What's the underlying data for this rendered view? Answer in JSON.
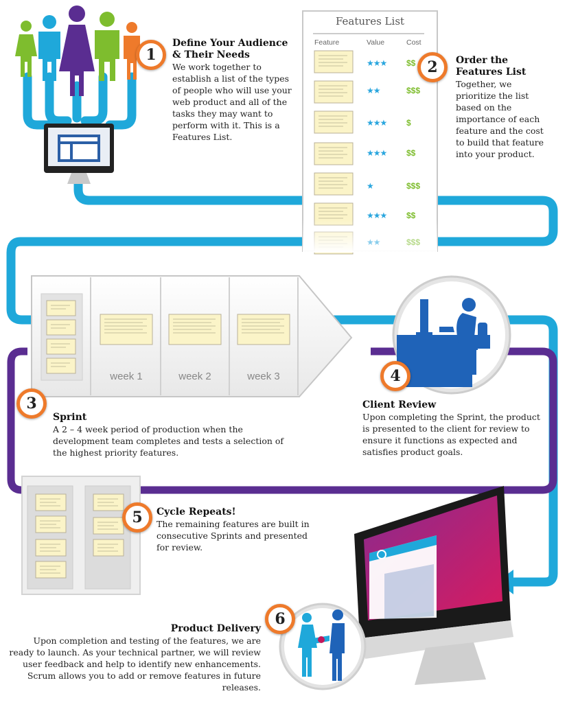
{
  "features_list": {
    "title": "Features List",
    "columns": [
      "Feature",
      "Value",
      "Cost"
    ],
    "rows": [
      {
        "stars": "★★★",
        "cost": "$$"
      },
      {
        "stars": "★★",
        "cost": "$$$"
      },
      {
        "stars": "★★★",
        "cost": "$"
      },
      {
        "stars": "★★★",
        "cost": "$$"
      },
      {
        "stars": "★",
        "cost": "$$$"
      },
      {
        "stars": "★★★",
        "cost": "$$"
      },
      {
        "stars": "★★",
        "cost": "$$$"
      }
    ]
  },
  "sprint_board": {
    "weeks": [
      "week 1",
      "week 2",
      "week 3"
    ]
  },
  "steps": [
    {
      "number": "1",
      "title": "Define Your Audience & Their Needs",
      "body": "We work together to establish a list of the types of people who will use your web product and all of the tasks they may want to perform with it. This is a Features List."
    },
    {
      "number": "2",
      "title": "Order the Features List",
      "body": "Together, we prioritize the list based on the importance of each feature and the cost to build that feature into your product."
    },
    {
      "number": "3",
      "title": "Sprint",
      "body": "A 2 – 4 week period of production when the development team completes and tests a selection of the highest priority features."
    },
    {
      "number": "4",
      "title": "Client Review",
      "body": "Upon completing the Sprint, the product is presented to the client for review to ensure it functions as expected and satisfies product goals."
    },
    {
      "number": "5",
      "title": "Cycle Repeats!",
      "body": "The remaining features are built in consecutive Sprints and presented for review."
    },
    {
      "number": "6",
      "title": "Product Delivery",
      "body": "Upon completion and testing of the features, we are ready to launch.  As your technical partner, we will review user feedback and help to identify new enhancements.  Scrum allows you to add or remove features in future releases."
    }
  ],
  "colors": {
    "blue": "#1fa8da",
    "purple": "#5a2d91",
    "orange": "#ee7a2b",
    "green": "#7ebd2e",
    "magenta": "#c2185b"
  }
}
